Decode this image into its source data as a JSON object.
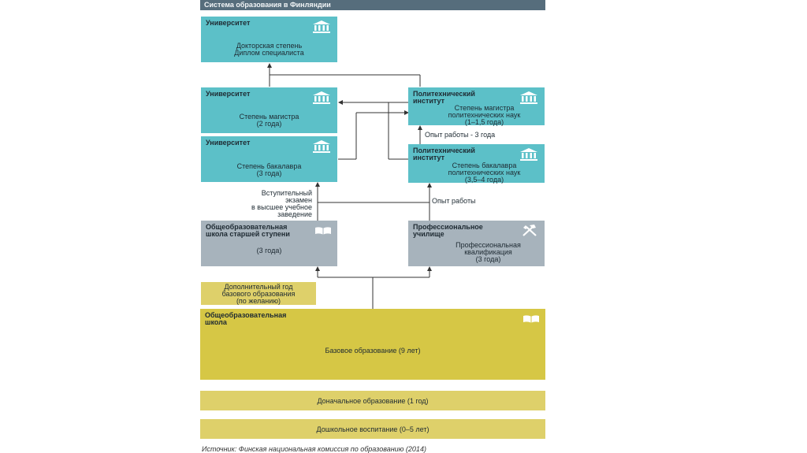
{
  "title": "Система образования в Финляндии",
  "boxes": {
    "uni_doctor": {
      "header": "Университет",
      "body": [
        "Докторская степень",
        "Диплом специалиста"
      ]
    },
    "uni_master": {
      "header": "Университет",
      "body": [
        "Степень магистра",
        "(2 года)"
      ]
    },
    "uni_bachelor": {
      "header": "Университет",
      "body": [
        "Степень бакалавра",
        "(3 года)"
      ]
    },
    "poly_master": {
      "header": [
        "Политехнический",
        "институт"
      ],
      "body": [
        "Степень магистра",
        "политехнических наук",
        "(1–1,5 года)"
      ]
    },
    "poly_bachelor": {
      "header": [
        "Политехнический",
        "институт"
      ],
      "body": [
        "Степень бакалавра",
        "политехнических наук",
        "(3,5–4 года)"
      ]
    },
    "upper_secondary": {
      "header": [
        "Общеобразовательная",
        "школа старшей ступени"
      ],
      "body": [
        "(3 года)"
      ]
    },
    "vocational": {
      "header": [
        "Профессиональное",
        "училище"
      ],
      "body": [
        "Профессиональная",
        "квалификация",
        "(3 года)"
      ]
    },
    "additional_year": {
      "body": [
        "Дополнительный год",
        "базового образования",
        "(по желанию)"
      ]
    },
    "basic_school": {
      "header": [
        "Общеобразовательная",
        "школа"
      ],
      "body": [
        "Базовое образование (9 лет)"
      ]
    },
    "pre_primary": {
      "body": [
        "Доначальное образование (1 год)"
      ]
    },
    "preschool": {
      "body": [
        "Дошкольное воспитание (0–5 лет)"
      ]
    }
  },
  "labels": {
    "entrance_exam": [
      "Вступительный",
      "экзамен",
      "в высшее учебное",
      "заведение"
    ],
    "work_experience_3": "Опыт работы - 3 года",
    "work_experience": "Опыт работы"
  },
  "source": "Источник: Финская национальная комиссия по образованию (2014)",
  "colors": {
    "title_bar": "#566d7c",
    "university": "#5cc0c8",
    "school": "#a7b3bc",
    "basic": "#d6c745",
    "early": "#ded06a"
  },
  "icons": {
    "university": "building-icon",
    "school": "book-icon",
    "vocational": "tools-icon"
  }
}
